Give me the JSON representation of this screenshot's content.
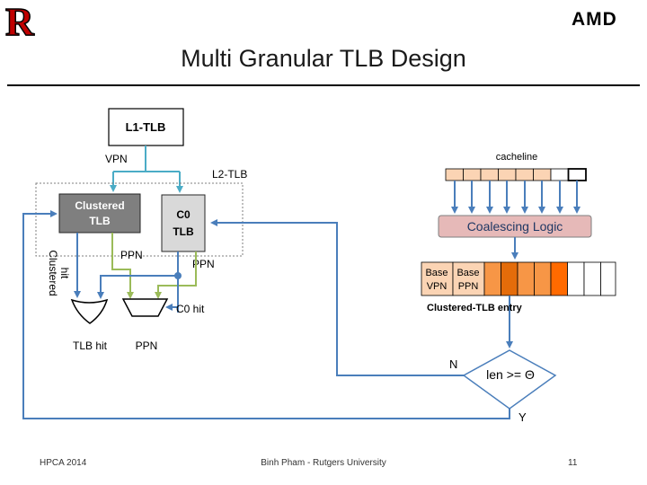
{
  "slide": {
    "title": "Multi Granular TLB Design",
    "footer_left": "HPCA 2014",
    "footer_center": "Binh Pham - Rutgers University",
    "footer_right": "11"
  },
  "logos": {
    "left_logo": "R",
    "right_logo": "AMD"
  },
  "diagram": {
    "l1_tlb": "L1-TLB",
    "vpn": "VPN",
    "l2_tlb": "L2-TLB",
    "clustered_tlb_line1": "Clustered",
    "clustered_tlb_line2": "TLB",
    "c0_tlb_line1": "C0",
    "c0_tlb_line2": "TLB",
    "ppn_left": "PPN",
    "ppn_right": "PPN",
    "clustered_hit_line1": "Clustered",
    "clustered_hit_line2": "hit",
    "c0_hit": "C0 hit",
    "tlb_hit": "TLB hit",
    "ppn_out": "PPN",
    "cacheline": "cacheline",
    "coalescing_logic": "Coalescing Logic",
    "base_vpn_line1": "Base",
    "base_vpn_line2": "VPN",
    "base_ppn_line1": "Base",
    "base_ppn_line2": "PPN",
    "clustered_entry": "Clustered-TLB entry",
    "decision": "len >= Θ",
    "no": "N",
    "yes": "Y"
  },
  "colors": {
    "blue_arrow": "#4a7ebb",
    "teal_arrow": "#4bacc6",
    "green_arrow": "#9bbb59",
    "cacheline_orange": "#fbd4b4",
    "entry_orange": "#f79646",
    "coalescing_pink": "#e6b9b8",
    "clustered_gray": "#7f7f7f",
    "c0_gray": "#d9d9d9"
  }
}
